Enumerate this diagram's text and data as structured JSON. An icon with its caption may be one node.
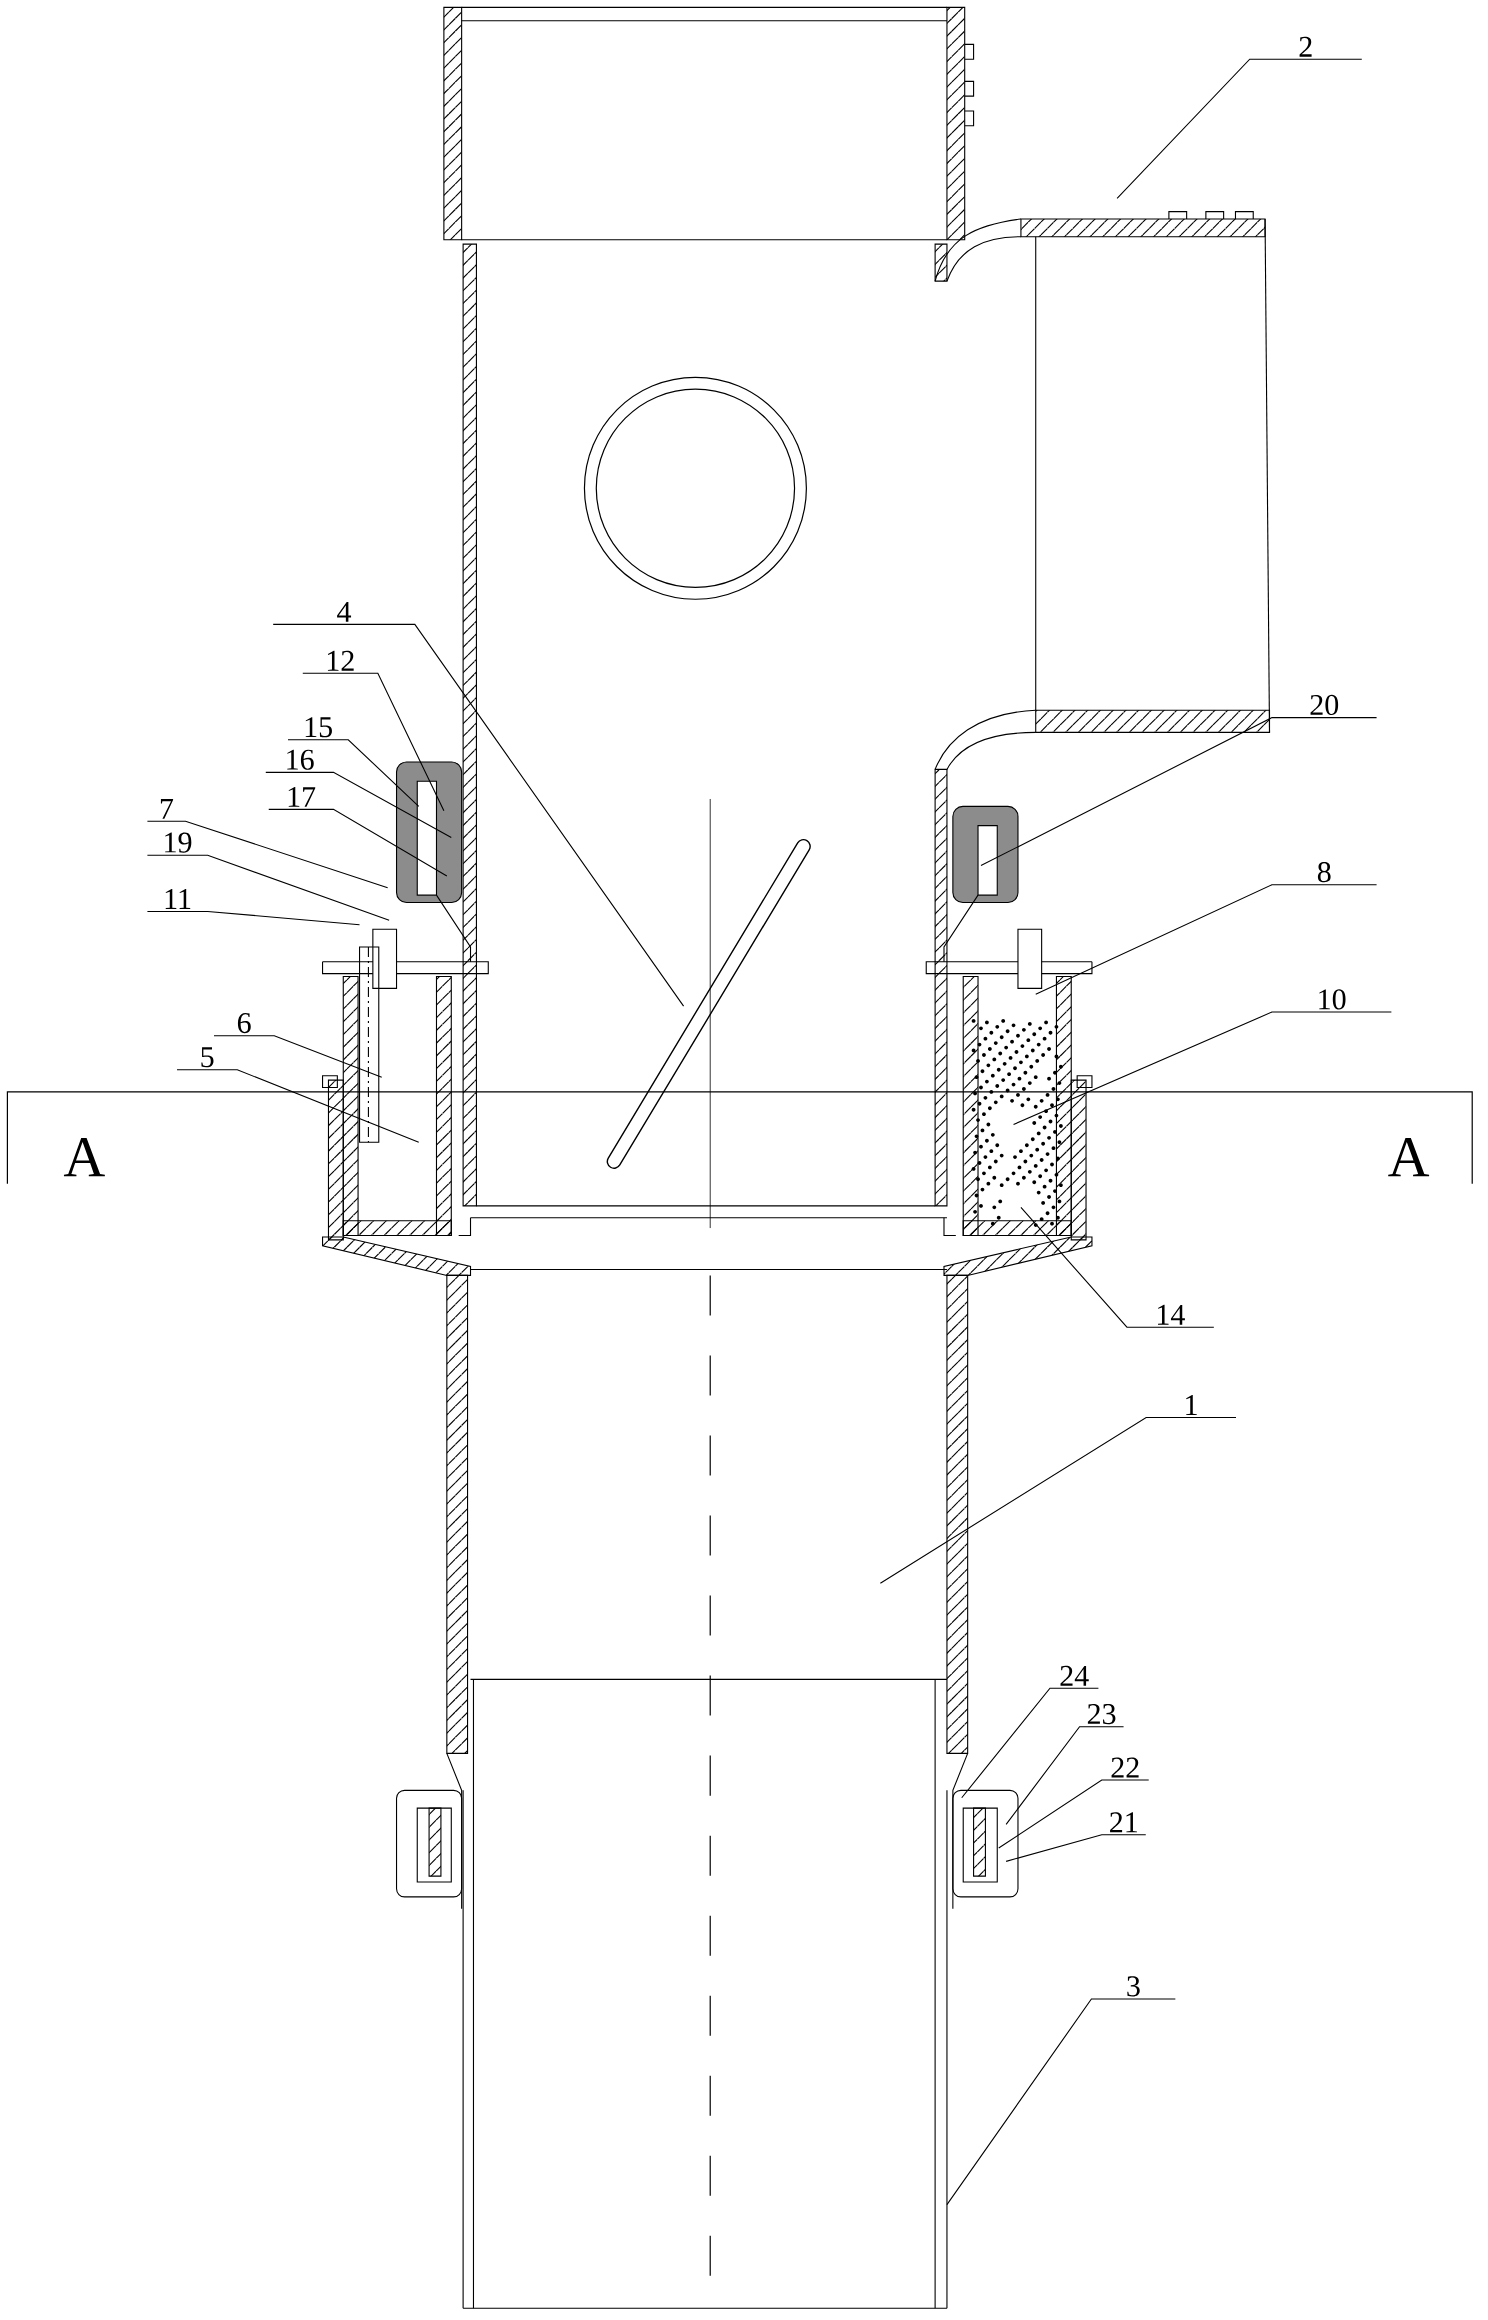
{
  "diagram": {
    "nodes": [
      {
        "text": [
          "2"
        ]
      },
      {
        "text": [
          "4"
        ]
      },
      {
        "text": [
          "12"
        ]
      },
      {
        "text": [
          "15"
        ]
      },
      {
        "text": [
          "20"
        ]
      },
      {
        "text": [
          "16"
        ]
      },
      {
        "text": [
          "7"
        ]
      },
      {
        "text": [
          "17"
        ]
      },
      {
        "text": [
          "19"
        ]
      },
      {
        "text": [
          "11"
        ]
      },
      {
        "text": [
          "8"
        ]
      },
      {
        "text": [
          "6"
        ]
      },
      {
        "text": [
          "5"
        ]
      },
      {
        "text": [
          "10"
        ]
      },
      {
        "text": [
          "14"
        ]
      },
      {
        "text": [
          "1"
        ]
      },
      {
        "text": [
          "24"
        ]
      },
      {
        "text": [
          "23"
        ]
      },
      {
        "text": [
          "22"
        ]
      },
      {
        "text": [
          "21"
        ]
      },
      {
        "text": [
          "3"
        ]
      }
    ],
    "edges": [
      {
        "from": 0,
        "to": null,
        "arrow": "none"
      },
      {
        "from": 1,
        "to": null,
        "arrow": "none"
      },
      {
        "from": 2,
        "to": null,
        "arrow": "none"
      },
      {
        "from": 3,
        "to": null,
        "arrow": "none"
      },
      {
        "from": 4,
        "to": null,
        "arrow": "none"
      },
      {
        "from": 5,
        "to": null,
        "arrow": "none"
      },
      {
        "from": 6,
        "to": null,
        "arrow": "none"
      },
      {
        "from": 7,
        "to": null,
        "arrow": "none"
      },
      {
        "from": 8,
        "to": null,
        "arrow": "none"
      },
      {
        "from": 9,
        "to": null,
        "arrow": "none"
      },
      {
        "from": 10,
        "to": null,
        "arrow": "none"
      },
      {
        "from": 11,
        "to": null,
        "arrow": "none"
      },
      {
        "from": 12,
        "to": null,
        "arrow": "none"
      },
      {
        "from": 13,
        "to": null,
        "arrow": "none"
      },
      {
        "from": 14,
        "to": null,
        "arrow": "none"
      },
      {
        "from": 15,
        "to": null,
        "arrow": "none"
      },
      {
        "from": 16,
        "to": null,
        "arrow": "none"
      },
      {
        "from": 17,
        "to": null,
        "arrow": "none"
      },
      {
        "from": 18,
        "to": null,
        "arrow": "none"
      },
      {
        "from": 19,
        "to": null,
        "arrow": "none"
      },
      {
        "from": 20,
        "to": null,
        "arrow": "none"
      }
    ],
    "labels": [
      "A",
      "A"
    ]
  }
}
